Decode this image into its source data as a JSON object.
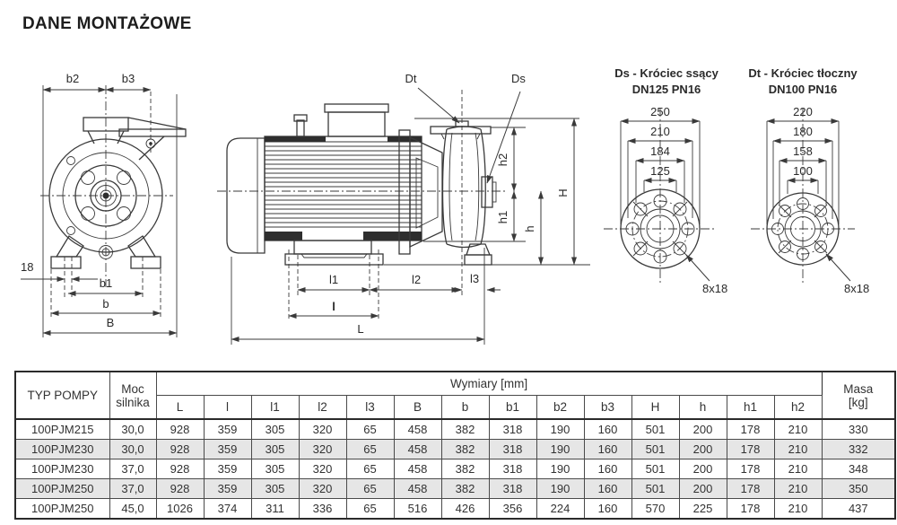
{
  "page": {
    "title": "DANE MONTAŻOWE"
  },
  "front_view": {
    "b2": "b2",
    "b3": "b3",
    "slot": "18",
    "b1": "b1",
    "b": "b",
    "B": "B"
  },
  "side_view": {
    "Dt": "Dt",
    "Ds": "Ds",
    "h2": "h2",
    "h1": "h1",
    "h": "h",
    "H": "H",
    "l1": "l1",
    "l2": "l2",
    "l3": "l3",
    "l": "l",
    "L": "L"
  },
  "suction_flange": {
    "title1": "Ds - Króciec ssący",
    "title2": "DN125 PN16",
    "dims": [
      "250",
      "210",
      "184",
      "125"
    ],
    "bolts": "8x18"
  },
  "discharge_flange": {
    "title1": "Dt - Króciec tłoczny",
    "title2": "DN100 PN16",
    "dims": [
      "220",
      "180",
      "158",
      "100"
    ],
    "bolts": "8x18"
  },
  "table": {
    "pump_type_header": "TYP POMPY",
    "power_header_1": "Moc",
    "power_header_2": "silnika",
    "dims_header": "Wymiary [mm]",
    "mass_header_1": "Masa",
    "mass_header_2": "[kg]",
    "dim_cols": [
      "L",
      "l",
      "l1",
      "l2",
      "l3",
      "B",
      "b",
      "b1",
      "b2",
      "b3",
      "H",
      "h",
      "h1",
      "h2"
    ],
    "rows": [
      {
        "type": "100PJM215",
        "power": "30,0",
        "dims": [
          "928",
          "359",
          "305",
          "320",
          "65",
          "458",
          "382",
          "318",
          "190",
          "160",
          "501",
          "200",
          "178",
          "210"
        ],
        "mass": "330"
      },
      {
        "type": "100PJM230",
        "power": "30,0",
        "dims": [
          "928",
          "359",
          "305",
          "320",
          "65",
          "458",
          "382",
          "318",
          "190",
          "160",
          "501",
          "200",
          "178",
          "210"
        ],
        "mass": "332"
      },
      {
        "type": "100PJM230",
        "power": "37,0",
        "dims": [
          "928",
          "359",
          "305",
          "320",
          "65",
          "458",
          "382",
          "318",
          "190",
          "160",
          "501",
          "200",
          "178",
          "210"
        ],
        "mass": "348"
      },
      {
        "type": "100PJM250",
        "power": "37,0",
        "dims": [
          "928",
          "359",
          "305",
          "320",
          "65",
          "458",
          "382",
          "318",
          "190",
          "160",
          "501",
          "200",
          "178",
          "210"
        ],
        "mass": "350"
      },
      {
        "type": "100PJM250",
        "power": "45,0",
        "dims": [
          "1026",
          "374",
          "311",
          "336",
          "65",
          "516",
          "426",
          "356",
          "224",
          "160",
          "570",
          "225",
          "178",
          "210"
        ],
        "mass": "437"
      }
    ]
  },
  "colors": {
    "line": "#3a3a3a",
    "alt_row": "#e6e6e6"
  }
}
